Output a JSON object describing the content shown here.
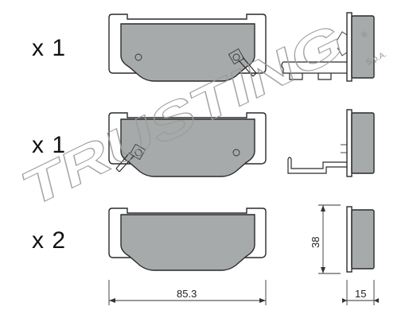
{
  "rows": [
    {
      "quantity": "x 1"
    },
    {
      "quantity": "x 1"
    },
    {
      "quantity": "x 2"
    }
  ],
  "dimensions": {
    "width": "85.3",
    "height": "38",
    "thickness": "15"
  },
  "watermark": {
    "brand": "TRUSTING",
    "registered": "®",
    "suffix": "S.p.A."
  },
  "colors": {
    "friction_material": "#a6aaaa",
    "outline": "#2a2a2a",
    "watermark": "#9a9a9a"
  }
}
